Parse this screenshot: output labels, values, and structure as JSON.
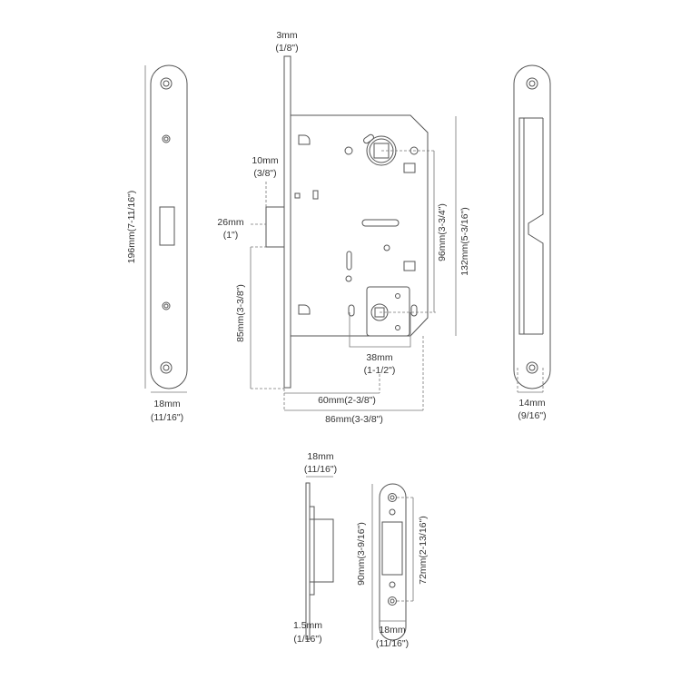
{
  "front_faceplate": {
    "height_label": "196mm(7-11/16\")",
    "width_mm": "18mm",
    "width_in": "(11/16\")"
  },
  "lock_body": {
    "faceplate_thickness_mm": "3mm",
    "faceplate_thickness_in": "(1/8\")",
    "latch_projection_mm": "10mm",
    "latch_projection_in": "(3/8\")",
    "latch_height_mm": "26mm",
    "latch_height_in": "(1\")",
    "latch_to_bottom": "85mm(3-3/8\")",
    "centre_distance": "96mm(3-3/4\")",
    "body_height": "132mm(5-3/16\")",
    "cylinder_width_mm": "38mm",
    "cylinder_width_in": "(1-1/2\")",
    "backset": "60mm(2-3/8\")",
    "body_depth": "86mm(3-3/8\")"
  },
  "side_faceplate": {
    "width_mm": "14mm",
    "width_in": "(9/16\")"
  },
  "strike_side": {
    "width_mm": "18mm",
    "width_in": "(11/16\")",
    "thickness_mm": "1.5mm",
    "thickness_in": "(1/16\")"
  },
  "strike_plate": {
    "height_label": "90mm(3-9/16\")",
    "hole_distance": "72mm(2-13/16\")",
    "width_mm": "18mm",
    "width_in": "(11/16\")"
  }
}
